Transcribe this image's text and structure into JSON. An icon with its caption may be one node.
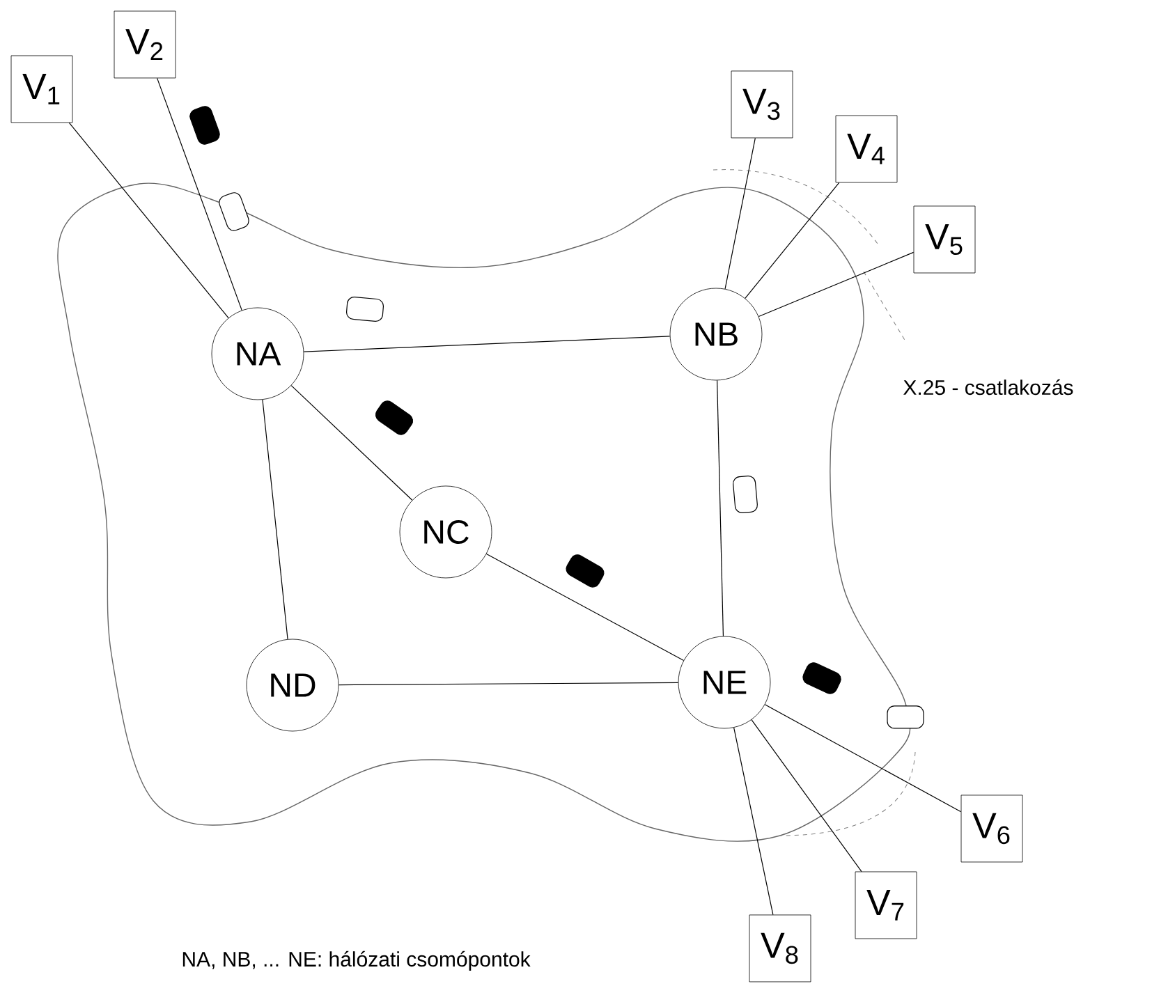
{
  "diagram": {
    "nodes": [
      {
        "text": [
          "V$_{1}$"
        ]
      },
      {
        "text": [
          "V$_{2}$"
        ]
      },
      {
        "text": [
          "V$_{3}$"
        ]
      },
      {
        "text": [
          "V$_{4}$"
        ]
      },
      {
        "text": [
          "V$_{5}$"
        ]
      },
      {
        "text": [
          "NA"
        ]
      },
      {
        "text": [
          "NB"
        ]
      },
      {
        "text": [
          "NC"
        ]
      },
      {
        "text": [
          "ND"
        ]
      },
      {
        "text": [
          "NE"
        ]
      },
      {
        "text": [
          "V$_{6}$"
        ]
      },
      {
        "text": [
          "V$_{7}$"
        ]
      },
      {
        "text": [
          "V$_{8}$"
        ]
      }
    ],
    "edges": [
      {
        "from": 0,
        "to": 5,
        "arrow": "none"
      },
      {
        "from": 1,
        "to": 5,
        "arrow": "none"
      },
      {
        "from": 2,
        "to": 6,
        "arrow": "none"
      },
      {
        "from": 3,
        "to": 6,
        "arrow": "none"
      },
      {
        "from": 4,
        "to": 6,
        "arrow": "none"
      },
      {
        "from": 5,
        "to": 6,
        "arrow": "none"
      },
      {
        "from": 5,
        "to": 7,
        "arrow": "none"
      },
      {
        "from": 5,
        "to": 8,
        "arrow": "none"
      },
      {
        "from": 6,
        "to": 9,
        "arrow": "none"
      },
      {
        "from": 7,
        "to": 9,
        "arrow": "none"
      },
      {
        "from": 8,
        "to": 9,
        "arrow": "none"
      },
      {
        "from": 9,
        "to": 10,
        "arrow": "none"
      },
      {
        "from": 9,
        "to": 11,
        "arrow": "none"
      },
      {
        "from": 9,
        "to": 12,
        "arrow": "none"
      }
    ],
    "labels": [
      "X.25 - csatlakozás",
      "NA, NB, ... NE: hálózati csomópontok"
    ]
  }
}
